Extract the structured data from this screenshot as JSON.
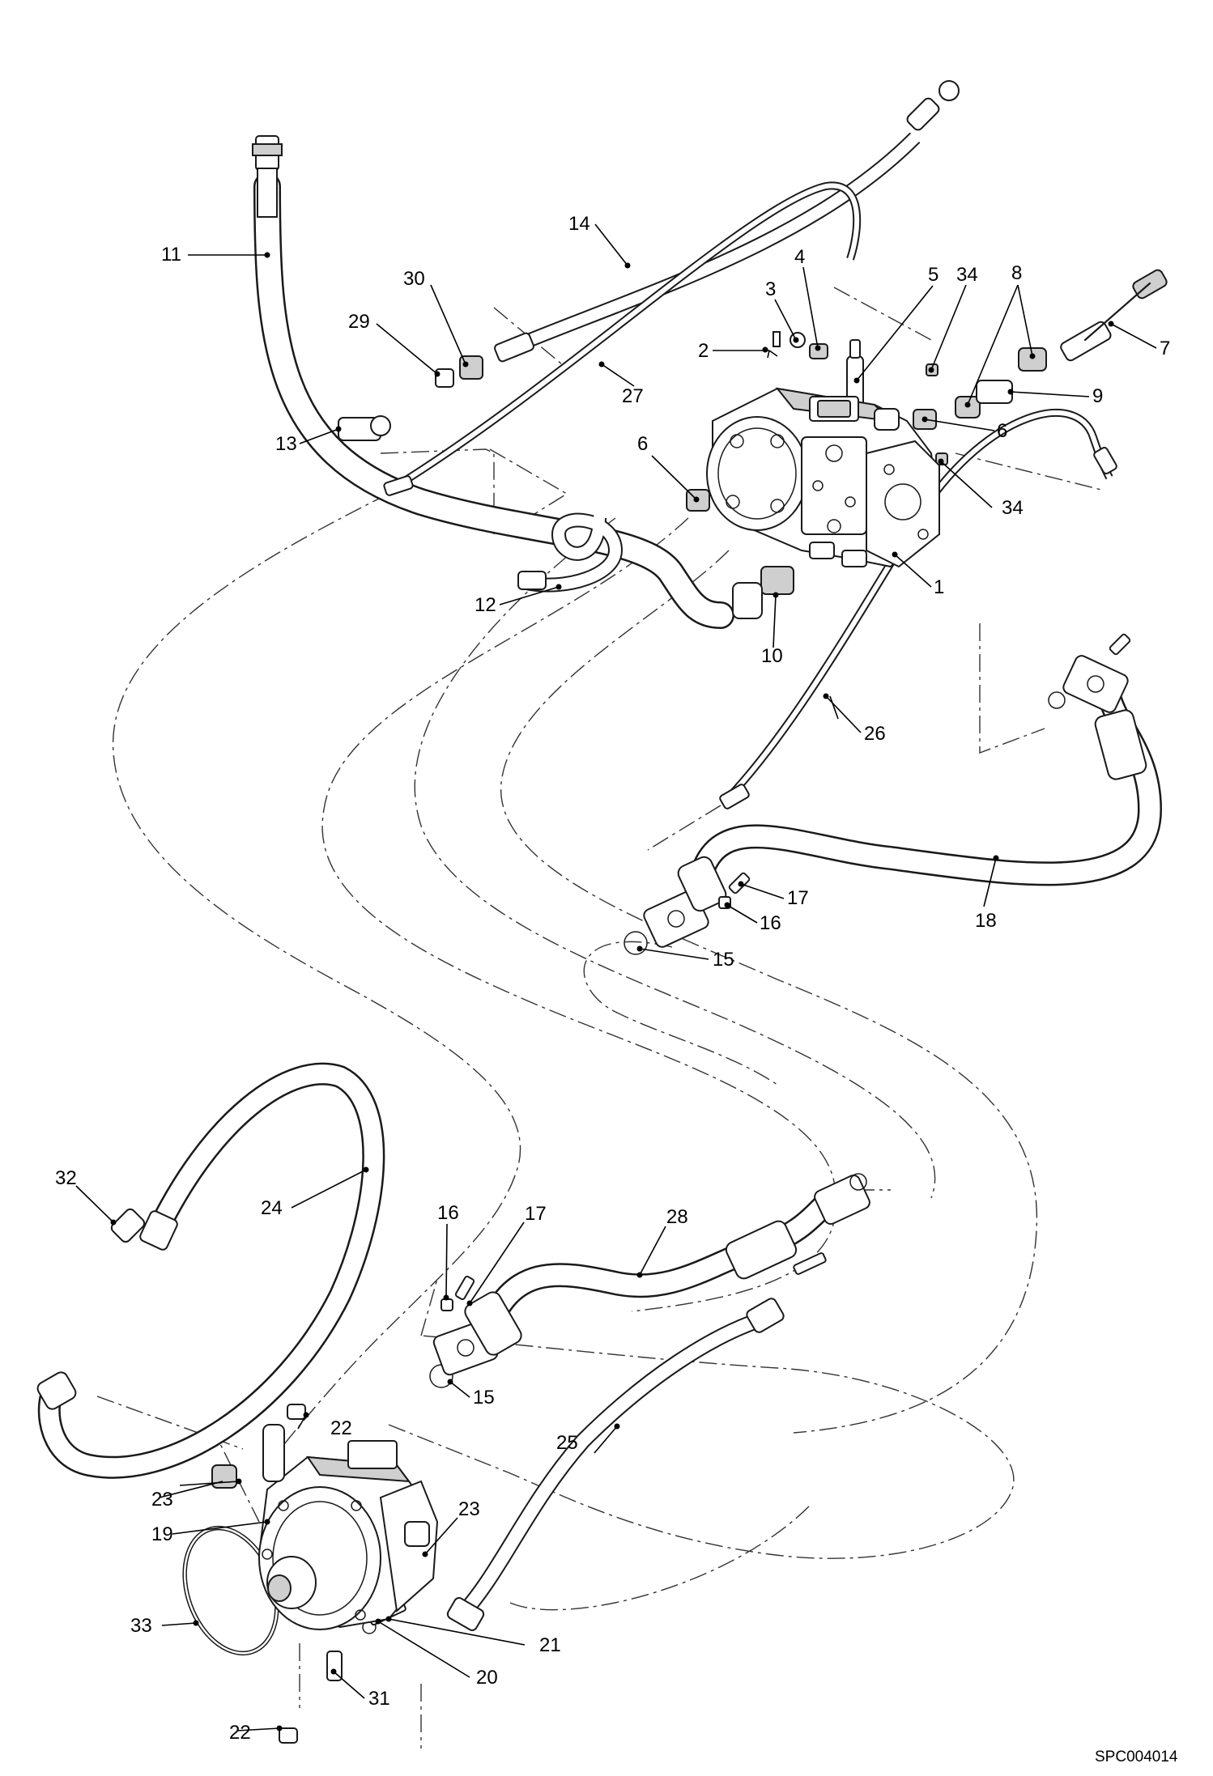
{
  "figure": {
    "drawing_code": "SPC004014",
    "callouts": [
      {
        "id": "c1",
        "label": "1"
      },
      {
        "id": "c2",
        "label": "2"
      },
      {
        "id": "c3",
        "label": "3"
      },
      {
        "id": "c4",
        "label": "4"
      },
      {
        "id": "c5",
        "label": "5"
      },
      {
        "id": "c6a",
        "label": "6"
      },
      {
        "id": "c6b",
        "label": "6"
      },
      {
        "id": "c7",
        "label": "7"
      },
      {
        "id": "c8",
        "label": "8"
      },
      {
        "id": "c9",
        "label": "9"
      },
      {
        "id": "c10",
        "label": "10"
      },
      {
        "id": "c11",
        "label": "11"
      },
      {
        "id": "c12",
        "label": "12"
      },
      {
        "id": "c13",
        "label": "13"
      },
      {
        "id": "c14",
        "label": "14"
      },
      {
        "id": "c15a",
        "label": "15"
      },
      {
        "id": "c15b",
        "label": "15"
      },
      {
        "id": "c16a",
        "label": "16"
      },
      {
        "id": "c16b",
        "label": "16"
      },
      {
        "id": "c17a",
        "label": "17"
      },
      {
        "id": "c17b",
        "label": "17"
      },
      {
        "id": "c18",
        "label": "18"
      },
      {
        "id": "c19",
        "label": "19"
      },
      {
        "id": "c20",
        "label": "20"
      },
      {
        "id": "c21",
        "label": "21"
      },
      {
        "id": "c22a",
        "label": "22"
      },
      {
        "id": "c22b",
        "label": "22"
      },
      {
        "id": "c23a",
        "label": "23"
      },
      {
        "id": "c23b",
        "label": "23"
      },
      {
        "id": "c24",
        "label": "24"
      },
      {
        "id": "c25",
        "label": "25"
      },
      {
        "id": "c26",
        "label": "26"
      },
      {
        "id": "c27",
        "label": "27"
      },
      {
        "id": "c28",
        "label": "28"
      },
      {
        "id": "c29",
        "label": "29"
      },
      {
        "id": "c30",
        "label": "30"
      },
      {
        "id": "c31",
        "label": "31"
      },
      {
        "id": "c32",
        "label": "32"
      },
      {
        "id": "c33",
        "label": "33"
      },
      {
        "id": "c34a",
        "label": "34"
      },
      {
        "id": "c34b",
        "label": "34"
      }
    ]
  }
}
